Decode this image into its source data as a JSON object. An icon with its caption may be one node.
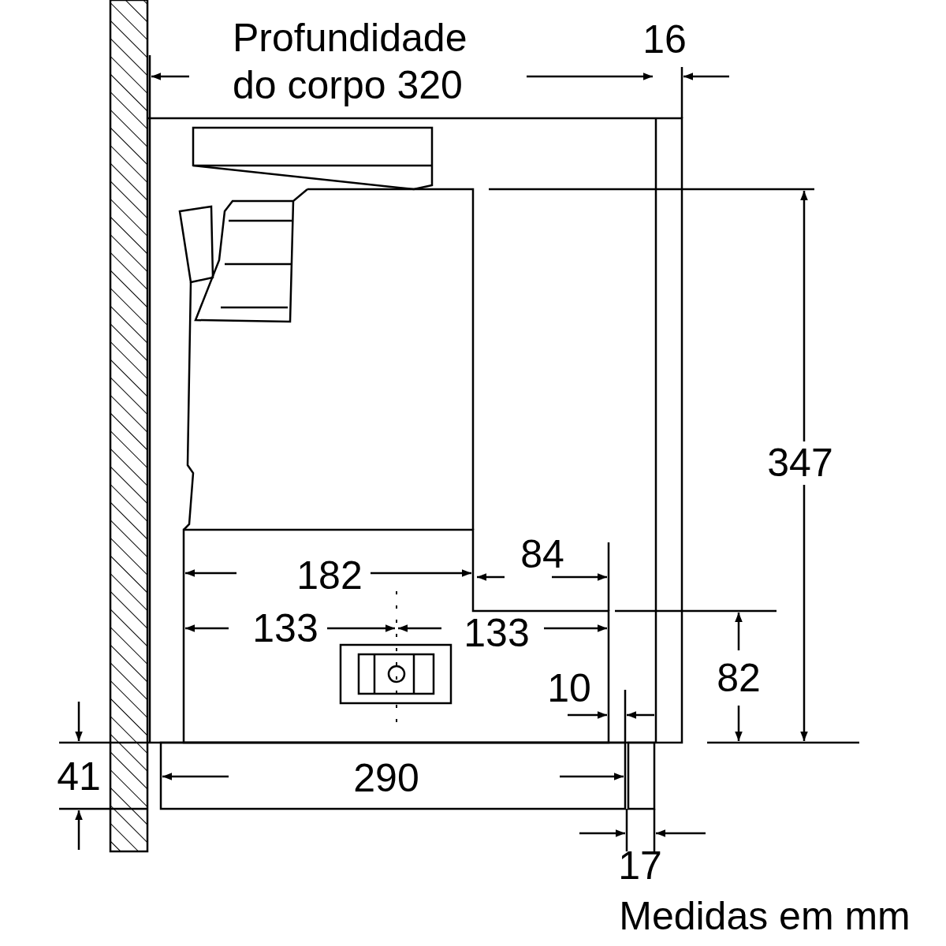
{
  "diagram": {
    "labels": [
      "Profundidade do corpo 320",
      "16",
      "347",
      "182",
      "84",
      "133",
      "133",
      "82",
      "10",
      "41",
      "290",
      "17",
      "Medidas em mm"
    ]
  }
}
